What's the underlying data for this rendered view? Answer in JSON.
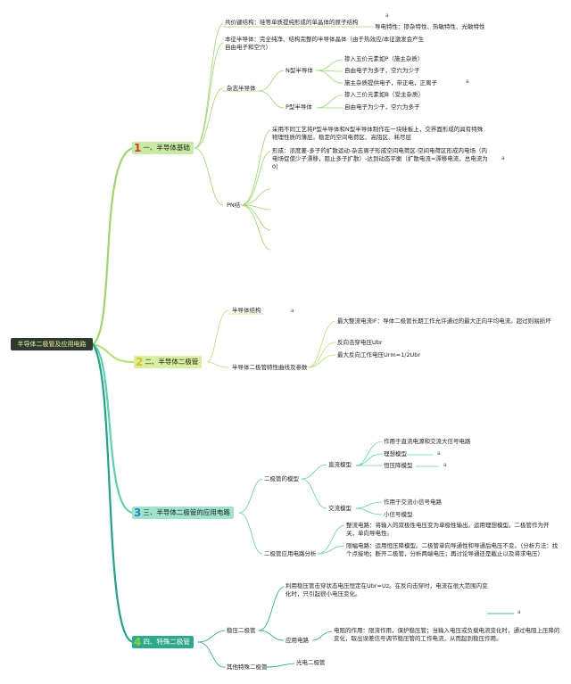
{
  "root": "半导体二极管及应用电路",
  "branches": [
    {
      "num": "1",
      "label": "一、半导体基础",
      "color": "#9bd76c",
      "numColor": "#e0342a"
    },
    {
      "num": "2",
      "label": "二、半导体二极管",
      "color": "#b9e076",
      "numColor": "#e4c21c"
    },
    {
      "num": "3",
      "label": "三、半导体二极管的应用电路",
      "color": "#5fcfae",
      "numColor": "#2b7fd0"
    },
    {
      "num": "4",
      "label": "四、特殊二极管",
      "color": "#1fa487",
      "numColor": "#8ad13d"
    }
  ],
  "b1": {
    "n1": "共价键结构：硅等单质提纯形成的单晶体的原子结构",
    "n1a": "导电特性：掺杂特性、热敏特性、光敏特性",
    "n2": "本征半导体：完全纯净、结构完整的半导体晶体（由于热效应/本征激发会产生自由电子和空穴）",
    "n3": "杂志半导体",
    "n3a": "N型半导体",
    "n3a1": "掺入五价元素如P（施主杂质）",
    "n3a2": "自由电子为多子，空穴为少子",
    "n3a3": "施主杂质提供电子，带正电，正离子",
    "n3b": "P型半导体",
    "n3b1": "掺入三价元素如B（受主杂质）",
    "n3b2": "自由电子为少子，空穴为多子",
    "n4": "PN结",
    "n4a": "采用不同工艺将P型半导体和N型半导体制作在一块硅板上，交界面形成的具有特殊物理性质的薄层。稳定的空间电荷区、高阻区、耗尽层",
    "n4b": "形成：浓度差-多子的扩散运动-杂志离子形成空间电荷区-空间电荷区形成内电场（内电场促使少子漂移，阻止多子扩散）-达到动态平衡（扩散电流=漂移电流，总电流为0）"
  },
  "b2": {
    "n1": "半导体结构",
    "n2": "半导体二极管特性曲线及参数",
    "n2a": "最大整流电流IF：导体二极管长期工作允许通过的最大正向平均电流。超过则易损坏",
    "n2b": "反向击穿电压Ubr",
    "n2c": "最大反向工作电压Urm=1/2Ubr"
  },
  "b3": {
    "n1": "二极管的模型",
    "n1a": "直流模型",
    "n1a1": "作用于直流电源和交流大信号电路",
    "n1a2": "理想模型",
    "n1a3": "恒压降模型",
    "n1b": "交流模型",
    "n1b1": "作用于交流小信号电路",
    "n1b2": "小信号模型",
    "n2": "二极管应用电路分析",
    "n2a": "整流电路：将输入的双极性电压变为单极性输出。运用理想模型。二极管作为开关，单向导电性。",
    "n2b": "限幅电路：运用恒压降模型。二极管单向导通性和导通后电压不变。（分析方法：找个点接地；断开二极管，分析两端电压；再讨论导通还是截止以及将求电压）"
  },
  "b4": {
    "n1": "稳压二极管",
    "n1a": "利用稳压管击穿状态电压恒定在Ubr=Uz。在反向击穿时，电流在很大范围内变化时，只引起很小电压变化。",
    "n1b": "应用电路",
    "n1b1": "电阻的作用：限流作用，保护稳压管；当输入电压或负载电流变化时，通过电阻上压降的变化，取出误差信号调节稳压管的工作电流，从而起到稳压作用。",
    "n2": "其他特殊二极管",
    "n2a": "光电二极管"
  },
  "marker": "a"
}
